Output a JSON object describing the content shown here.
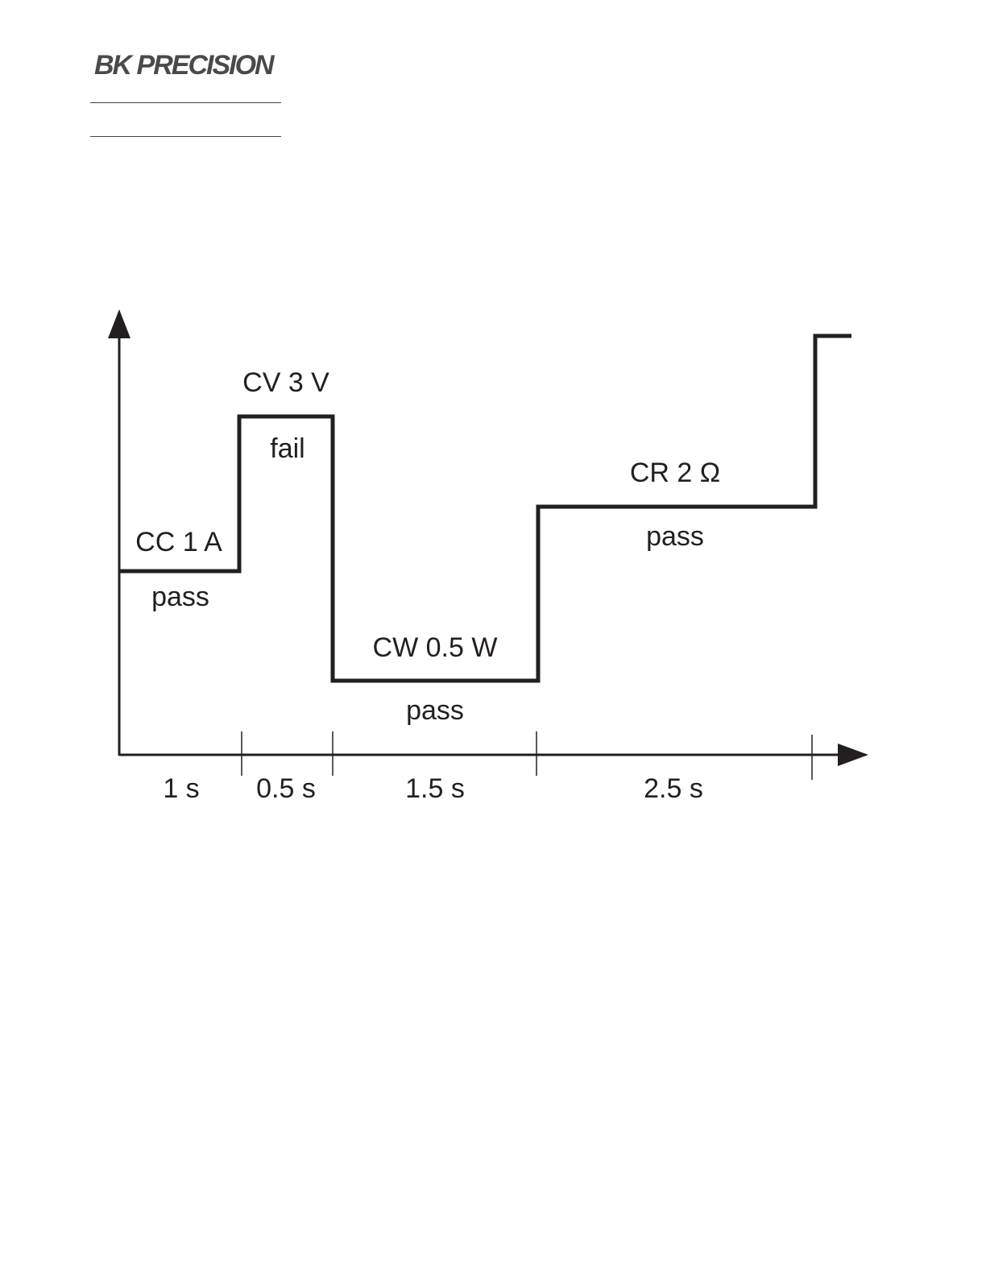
{
  "header": {
    "logo_text": "BK PRECISION"
  },
  "diagram": {
    "steps": [
      {
        "mode_label": "CC 1 A",
        "result": "pass",
        "duration_label": "1 s",
        "level": 1
      },
      {
        "mode_label": "CV 3 V",
        "result": "fail",
        "duration_label": "0.5 s",
        "level": 2
      },
      {
        "mode_label": "CW 0.5 W",
        "result": "pass",
        "duration_label": "1.5 s",
        "level": 0
      },
      {
        "mode_label": "CR 2 Ω",
        "result": "pass",
        "duration_label": "2.5 s",
        "level": 1.5
      }
    ],
    "line_color": "#231f20"
  }
}
